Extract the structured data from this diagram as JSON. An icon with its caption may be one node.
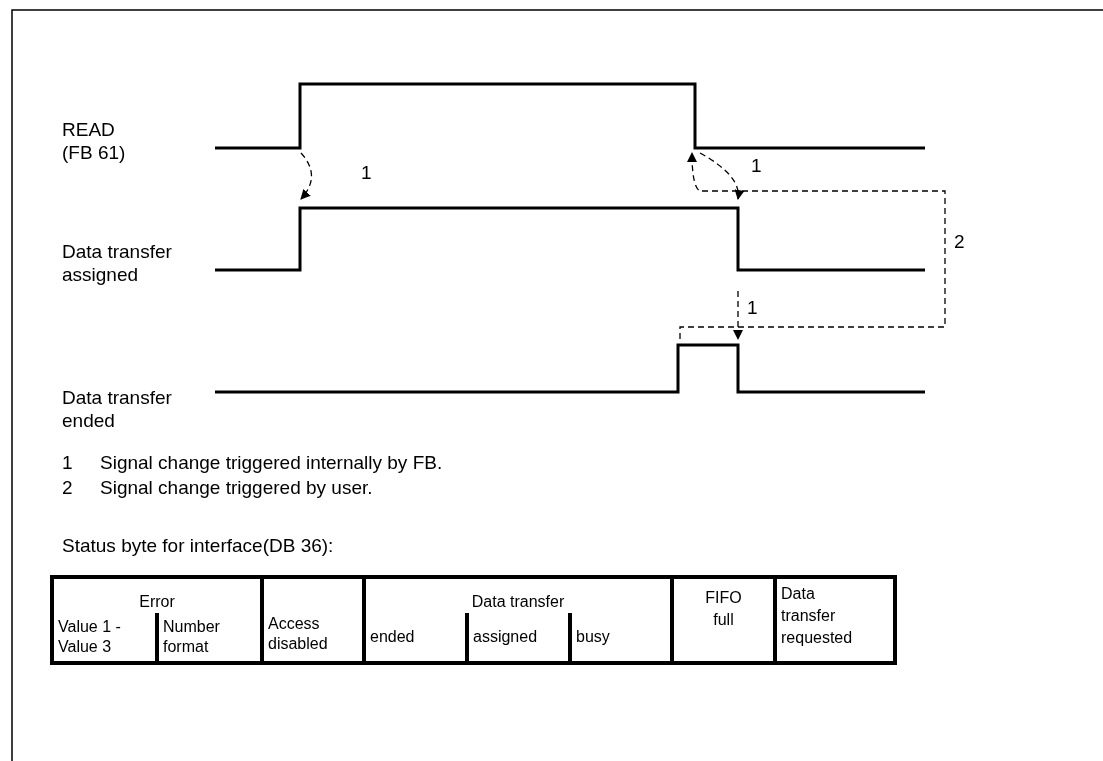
{
  "diagram": {
    "nodes": [
      {
        "text": [
          "READ (FB 61)"
        ]
      },
      {
        "text": [
          "Data transfer assigned"
        ]
      },
      {
        "text": [
          "Data transfer ended"
        ]
      }
    ],
    "edges": [
      {
        "from": 0,
        "to": 1,
        "arrow": "to",
        "label": "1",
        "style": "dashed"
      },
      {
        "from": 0,
        "to": 1,
        "arrow": "to",
        "label": "1",
        "style": "dashed"
      },
      {
        "from": 2,
        "to": 0,
        "arrow": "to",
        "label": "2",
        "style": "dashed"
      },
      {
        "from": 1,
        "to": 2,
        "arrow": "to",
        "label": "1",
        "style": "dashed"
      }
    ],
    "labels": [
      "1",
      "Signal change triggered internally by FB.",
      "2",
      "Signal change triggered by user.",
      "Status byte for interface(DB 36):",
      "Error",
      "Access disabled",
      "Data transfer",
      "FIFO full",
      "Data transfer requested",
      "Value 1 - Value 3",
      "Number format",
      "ended",
      "assigned",
      "busy"
    ]
  }
}
